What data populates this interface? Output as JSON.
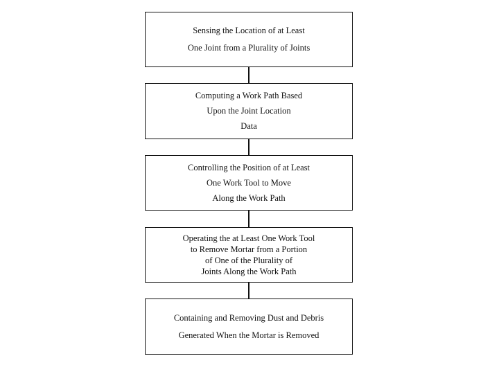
{
  "flowchart": {
    "steps": [
      {
        "lines": [
          "Sensing the Location of at Least",
          "One Joint from a Plurality of Joints"
        ]
      },
      {
        "lines": [
          "Computing a Work Path Based",
          "Upon the Joint Location",
          "Data"
        ]
      },
      {
        "lines": [
          "Controlling the Position of at Least",
          "One Work Tool to Move",
          "Along the Work Path"
        ]
      },
      {
        "lines": [
          "Operating the at Least One Work Tool",
          "to Remove Mortar from a Portion",
          "of One of the Plurality of",
          "Joints Along the Work Path"
        ]
      },
      {
        "lines": [
          "Containing and Removing Dust and Debris",
          "Generated When the Mortar is Removed"
        ]
      }
    ]
  }
}
